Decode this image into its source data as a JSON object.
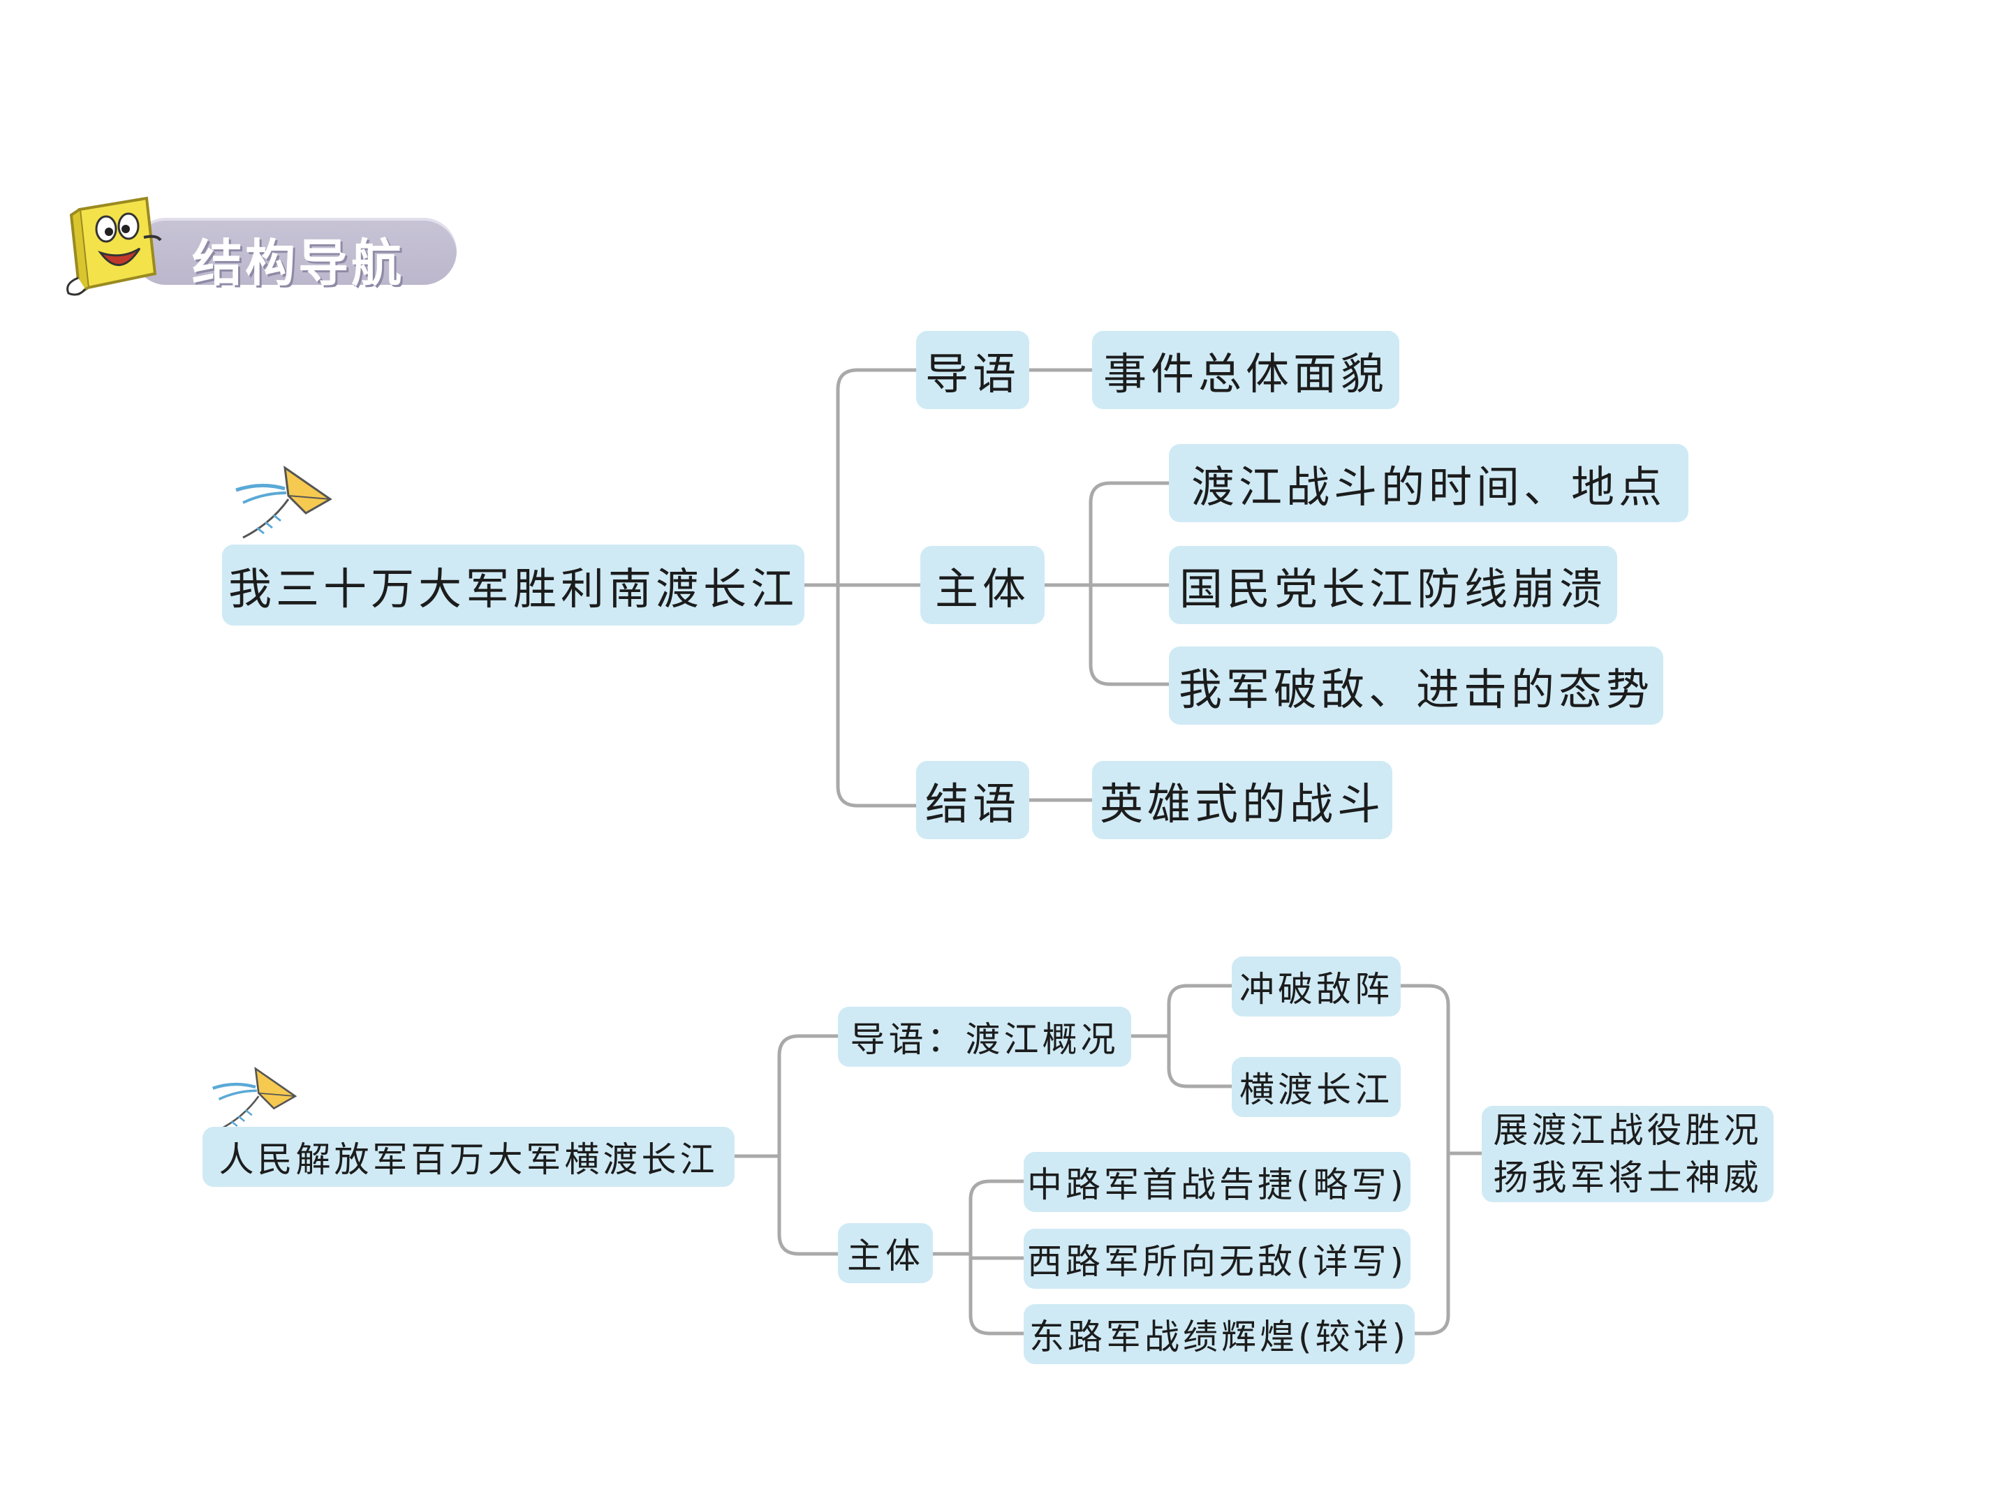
{
  "header": {
    "title": "结构导航"
  },
  "map1": {
    "root": "我三十万大军胜利南渡长江",
    "intro": {
      "label": "导语",
      "detail": "事件总体面貌"
    },
    "body": {
      "label": "主体",
      "items": [
        "渡江战斗的时间、地点",
        "国民党长江防线崩溃",
        "我军破敌、进击的态势"
      ]
    },
    "ending": {
      "label": "结语",
      "detail": "英雄式的战斗"
    }
  },
  "map2": {
    "root": "人民解放军百万大军横渡长江",
    "intro": {
      "label": "导语：渡江概况",
      "items": [
        "冲破敌阵",
        "横渡长江"
      ]
    },
    "body": {
      "label": "主体",
      "items": [
        "中路军首战告捷(略写)",
        "西路军所向无敌(详写)",
        "东路军战绩辉煌(较详)"
      ]
    },
    "summary": [
      "展渡江战役胜况",
      "扬我军将士神威"
    ]
  },
  "colors": {
    "box": "#cfeaf5",
    "line": "#a9a9a9",
    "header": "#bcb7cc"
  }
}
